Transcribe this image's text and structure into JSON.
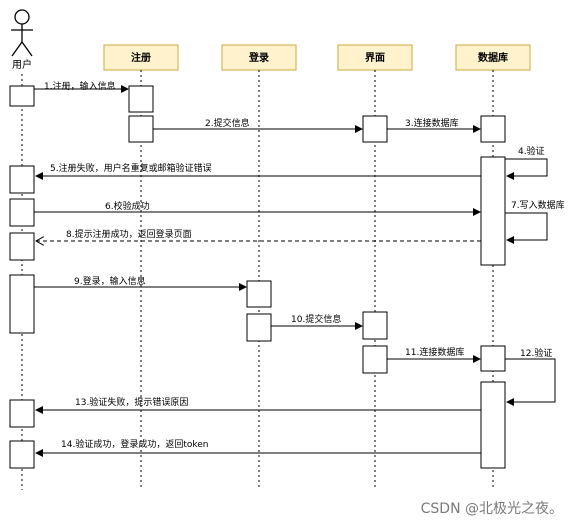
{
  "actor": {
    "label": "用户"
  },
  "participants": [
    {
      "id": "register",
      "label": "注册"
    },
    {
      "id": "login",
      "label": "登录"
    },
    {
      "id": "ui",
      "label": "界面"
    },
    {
      "id": "db",
      "label": "数据库"
    }
  ],
  "messages": [
    {
      "label": "1.注册，输入信息"
    },
    {
      "label": "2.提交信息"
    },
    {
      "label": "3.连接数据库"
    },
    {
      "label": "4.验证"
    },
    {
      "label": "5.注册失败，用户名重复或邮箱验证错误"
    },
    {
      "label": "6.校验成功"
    },
    {
      "label": "7.写入数据库"
    },
    {
      "label": "8.提示注册成功，返回登录页面"
    },
    {
      "label": "9.登录，输入信息"
    },
    {
      "label": "10.提交信息"
    },
    {
      "label": "11.连接数据库"
    },
    {
      "label": "12.验证"
    },
    {
      "label": "13.验证失败，提示错误原因"
    },
    {
      "label": "14.验证成功，登录成功，返回token"
    }
  ],
  "colors": {
    "participant_fill": "#fff2cc",
    "participant_stroke": "#d6b656",
    "line": "#000000"
  },
  "watermark": "CSDN @北极光之夜。"
}
